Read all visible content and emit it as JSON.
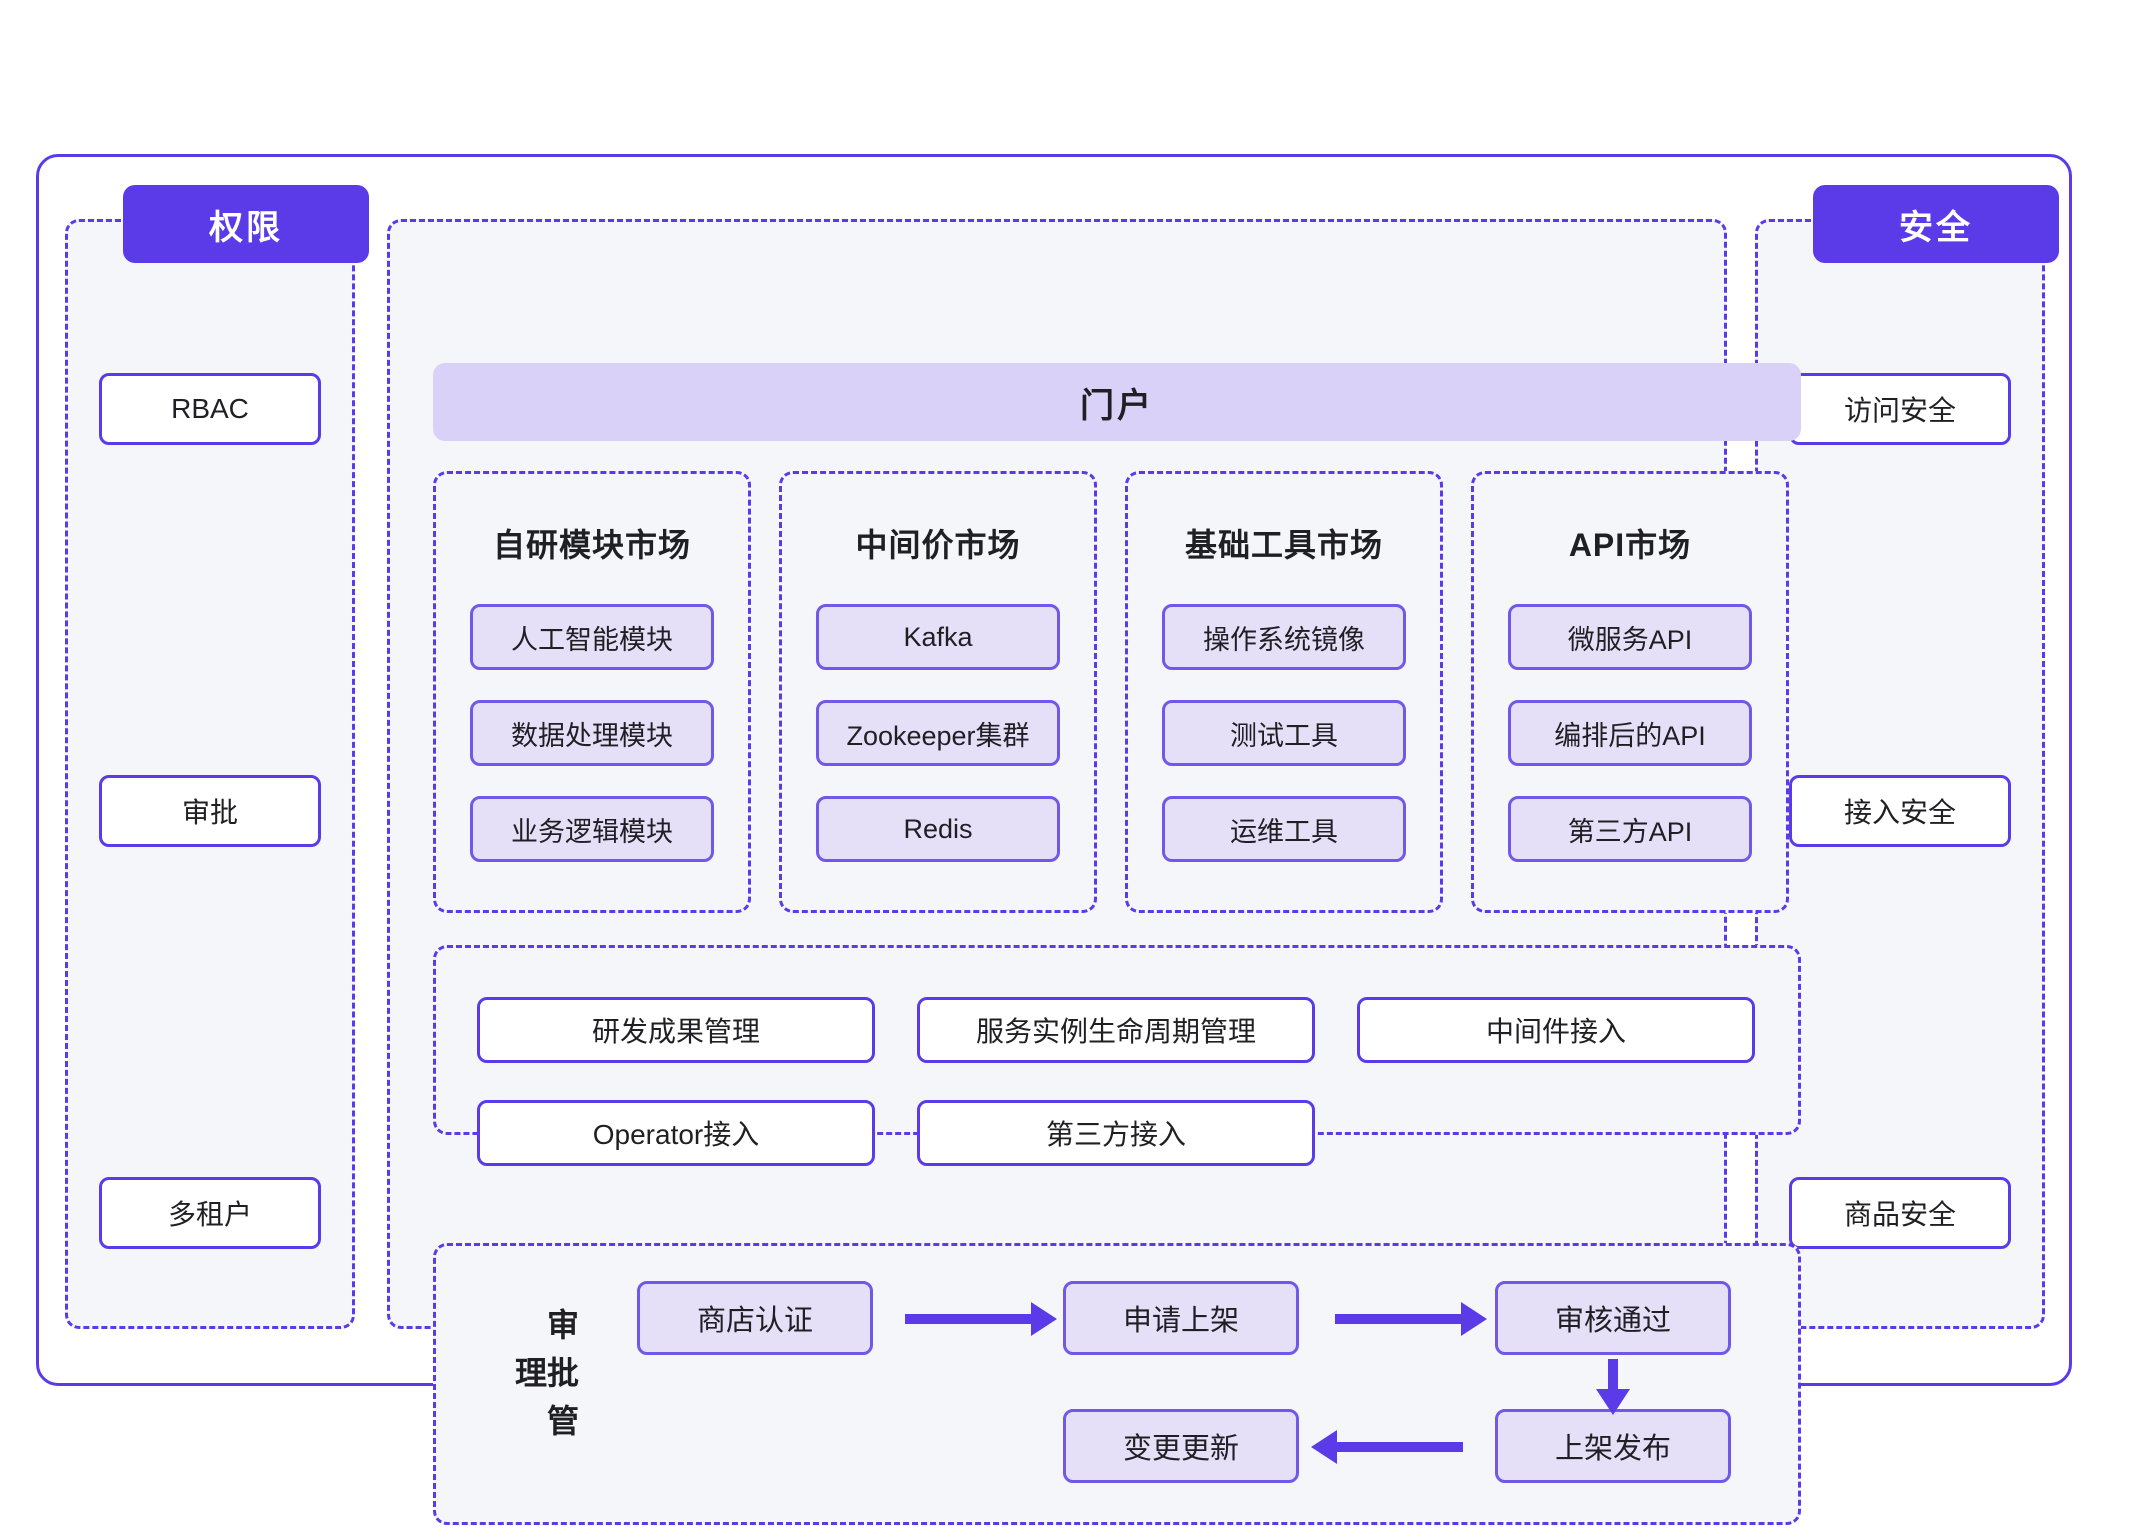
{
  "diagram": {
    "portal": {
      "label": "门户"
    },
    "left_column": {
      "badge": "权限",
      "items": [
        "RBAC",
        "审批",
        "多租户"
      ]
    },
    "right_column": {
      "badge": "安全",
      "items": [
        "访问安全",
        "接入安全",
        "商品安全"
      ]
    },
    "markets": [
      {
        "title": "自研模块市场",
        "items": [
          "人工智能模块",
          "数据处理模块",
          "业务逻辑模块"
        ]
      },
      {
        "title": "中间价市场",
        "items": [
          "Kafka",
          "Zookeeper集群",
          "Redis"
        ]
      },
      {
        "title": "基础工具市场",
        "items": [
          "操作系统镜像",
          "测试工具",
          "运维工具"
        ]
      },
      {
        "title": "API市场",
        "items": [
          "微服务API",
          "编排后的API",
          "第三方API"
        ]
      }
    ],
    "capabilities": [
      "研发成果管理",
      "服务实例生命周期管理",
      "中间件接入",
      "Operator接入",
      "第三方接入"
    ],
    "approval_flow": {
      "label": "审批管理",
      "nodes": [
        "商店认证",
        "申请上架",
        "审核通过",
        "上架发布",
        "变更更新"
      ]
    },
    "colors": {
      "accent": "#5B3BE8",
      "node_fill": "#E5E0F7",
      "node_border": "#7258E8",
      "portal_fill": "#D9D1F7",
      "panel_fill": "#F5F6F9"
    }
  }
}
